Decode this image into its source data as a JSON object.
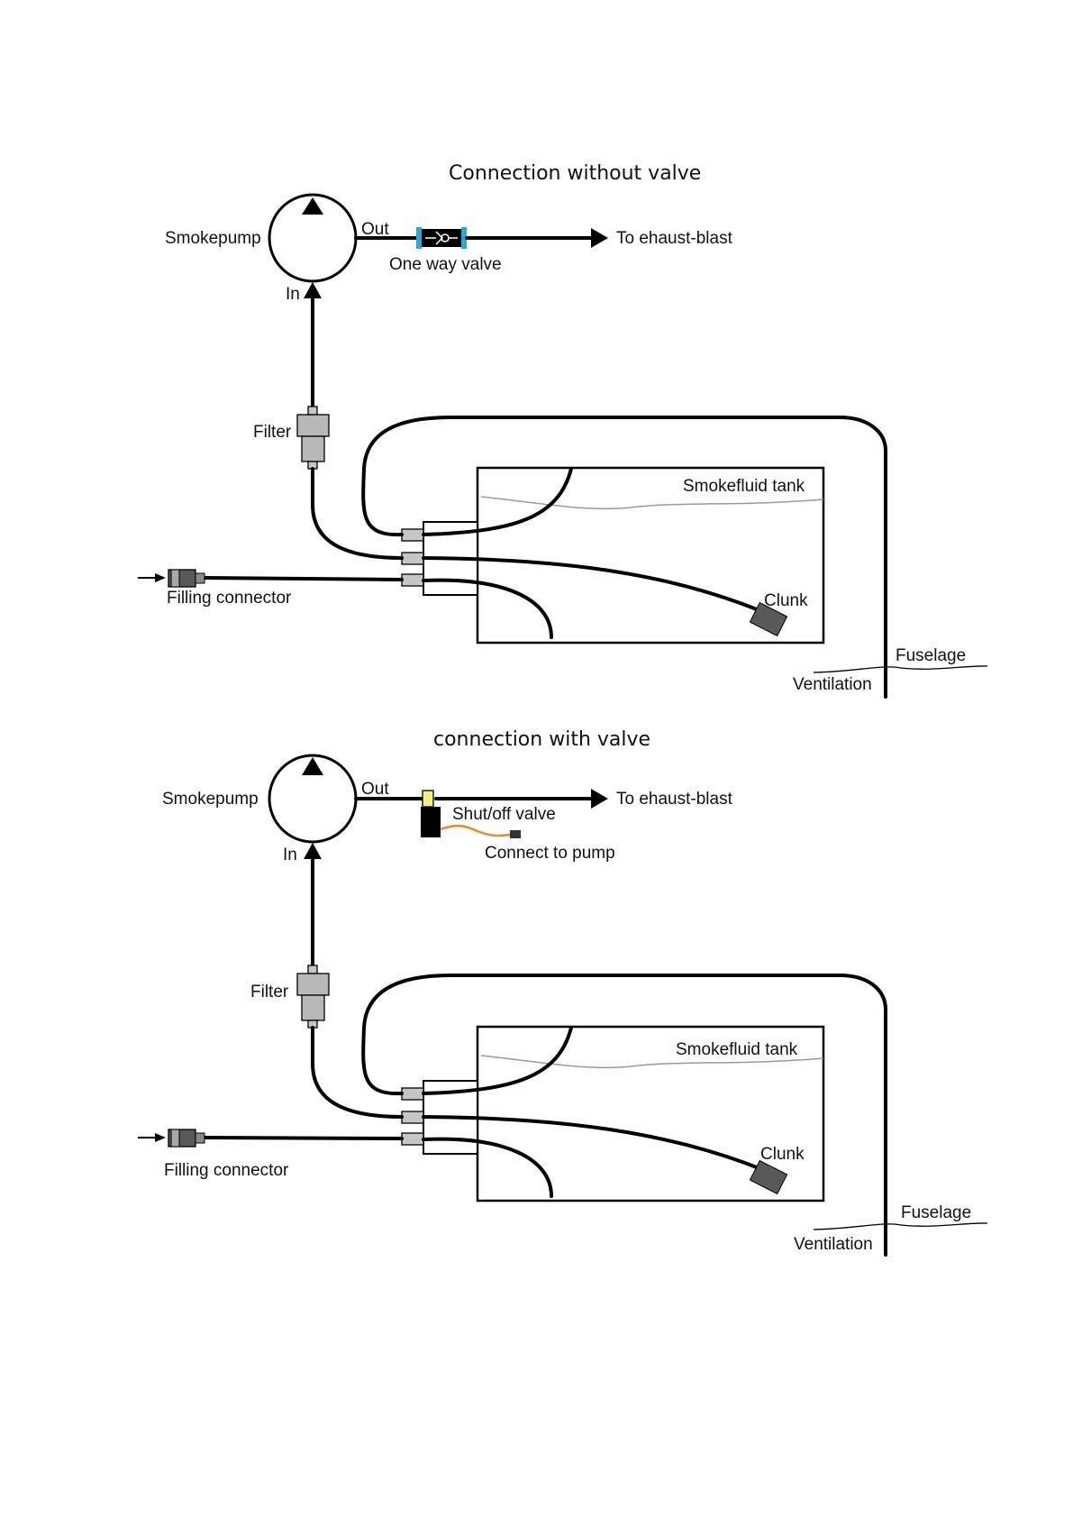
{
  "colors": {
    "line": "#000000",
    "filter_body": "#b8b8b8",
    "nipple": "#c6c6c6",
    "clunk": "#595959",
    "check_valve_caps": "#2aa8d8",
    "shutoff_valve_top": "#f2ef88",
    "servo_wire": "#f08a1e"
  },
  "top": {
    "title": "Connection without  valve",
    "smokepump": "Smokepump",
    "out": "Out",
    "in": "In",
    "one_way_valve": "One way valve",
    "to_exhaust": "To ehaust-blast",
    "filter": "Filter",
    "tank": "Smokefluid tank",
    "clunk": "Clunk",
    "filling": "Filling connector",
    "fuselage": "Fuselage",
    "ventilation": "Ventilation"
  },
  "bottom": {
    "title": "connection with  valve",
    "smokepump": "Smokepump",
    "out": "Out",
    "in": "In",
    "shutoff_valve": "Shut/off valve",
    "connect_pump": "Connect to pump",
    "to_exhaust": "To ehaust-blast",
    "filter": "Filter",
    "tank": "Smokefluid tank",
    "clunk": "Clunk",
    "filling": "Filling connector",
    "fuselage": "Fuselage",
    "ventilation": "Ventilation"
  }
}
